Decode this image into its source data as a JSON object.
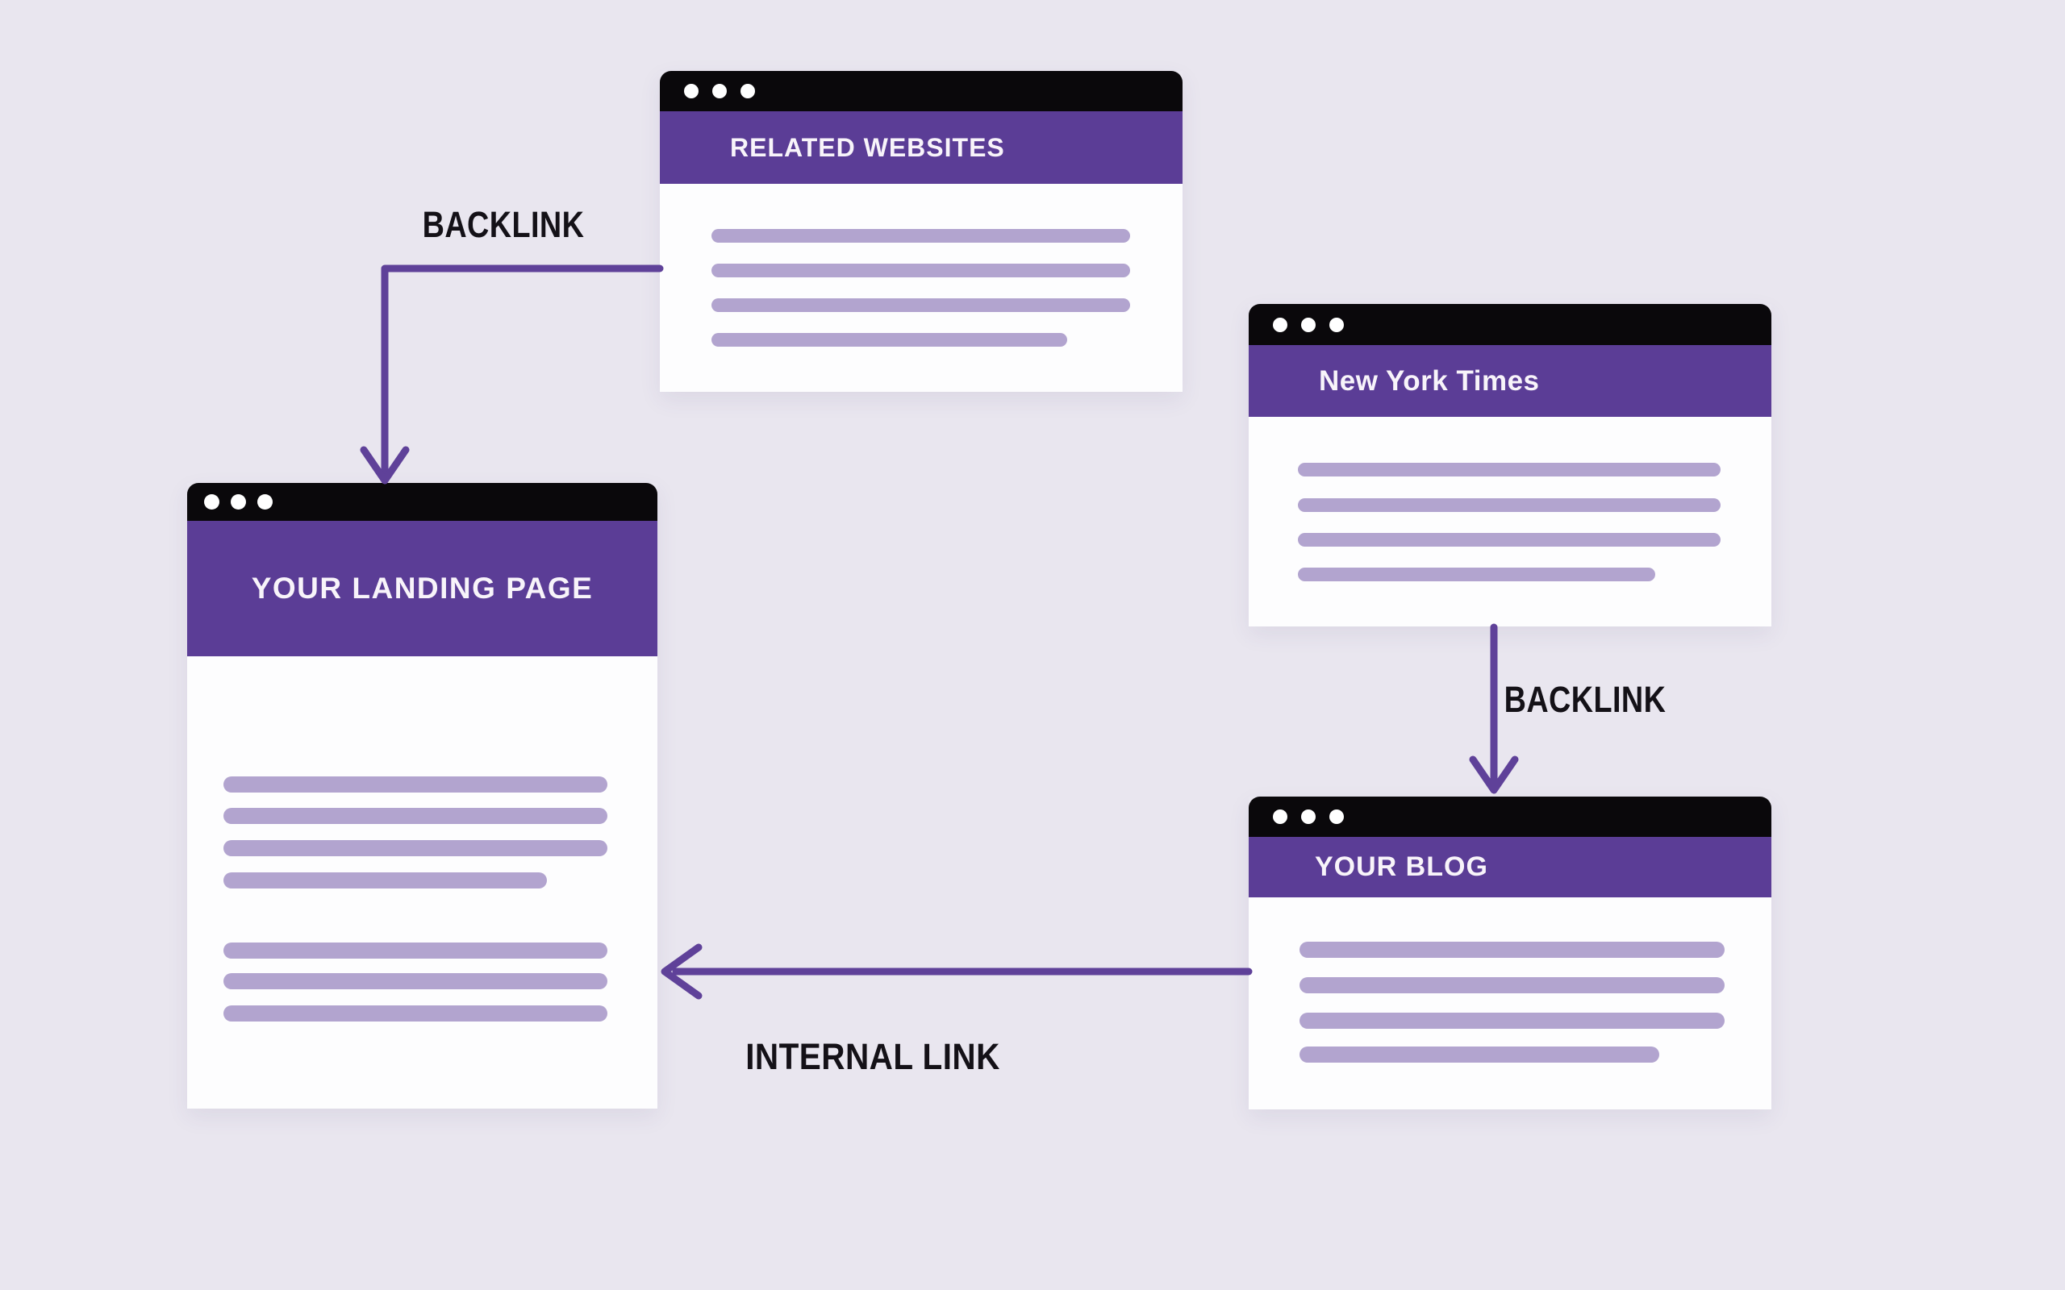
{
  "colors": {
    "background": "#e9e6ef",
    "titlebar_black": "#0a080b",
    "header_purple": "#5b3d96",
    "content_bar_purple": "#b2a4cf",
    "arrow_purple": "#5f4199",
    "label_black": "#141117",
    "window_body_white": "#fdfdfe",
    "title_text_white": "#f8f4fa",
    "window_dot_white": "#ffffff"
  },
  "windows": [
    {
      "name": "related-websites",
      "title": "RELATED WEBSITES",
      "content_lines": 4,
      "last_line_short": true
    },
    {
      "name": "new-york-times",
      "title": "New York Times",
      "content_lines": 4,
      "last_line_short": true
    },
    {
      "name": "your-landing-page",
      "title": "YOUR LANDING PAGE",
      "content_lines": 7,
      "last_line_short": true
    },
    {
      "name": "your-blog",
      "title": "YOUR BLOG",
      "content_lines": 4,
      "last_line_short": true
    }
  ],
  "arrow_labels": {
    "backlink_top": {
      "text": "BACKLINK"
    },
    "backlink_right": {
      "text": "BACKLINK"
    },
    "internal_link": {
      "text": "INTERNAL LINK"
    }
  },
  "arrows": [
    {
      "name": "backlink-arrow-related-to-landing",
      "from": "related-websites",
      "to": "your-landing-page",
      "shape": "elbow-down"
    },
    {
      "name": "backlink-arrow-nyt-to-blog",
      "from": "new-york-times",
      "to": "your-blog",
      "shape": "straight-down"
    },
    {
      "name": "internal-link-arrow-blog-to-landing",
      "from": "your-blog",
      "to": "your-landing-page",
      "shape": "straight-left"
    }
  ]
}
